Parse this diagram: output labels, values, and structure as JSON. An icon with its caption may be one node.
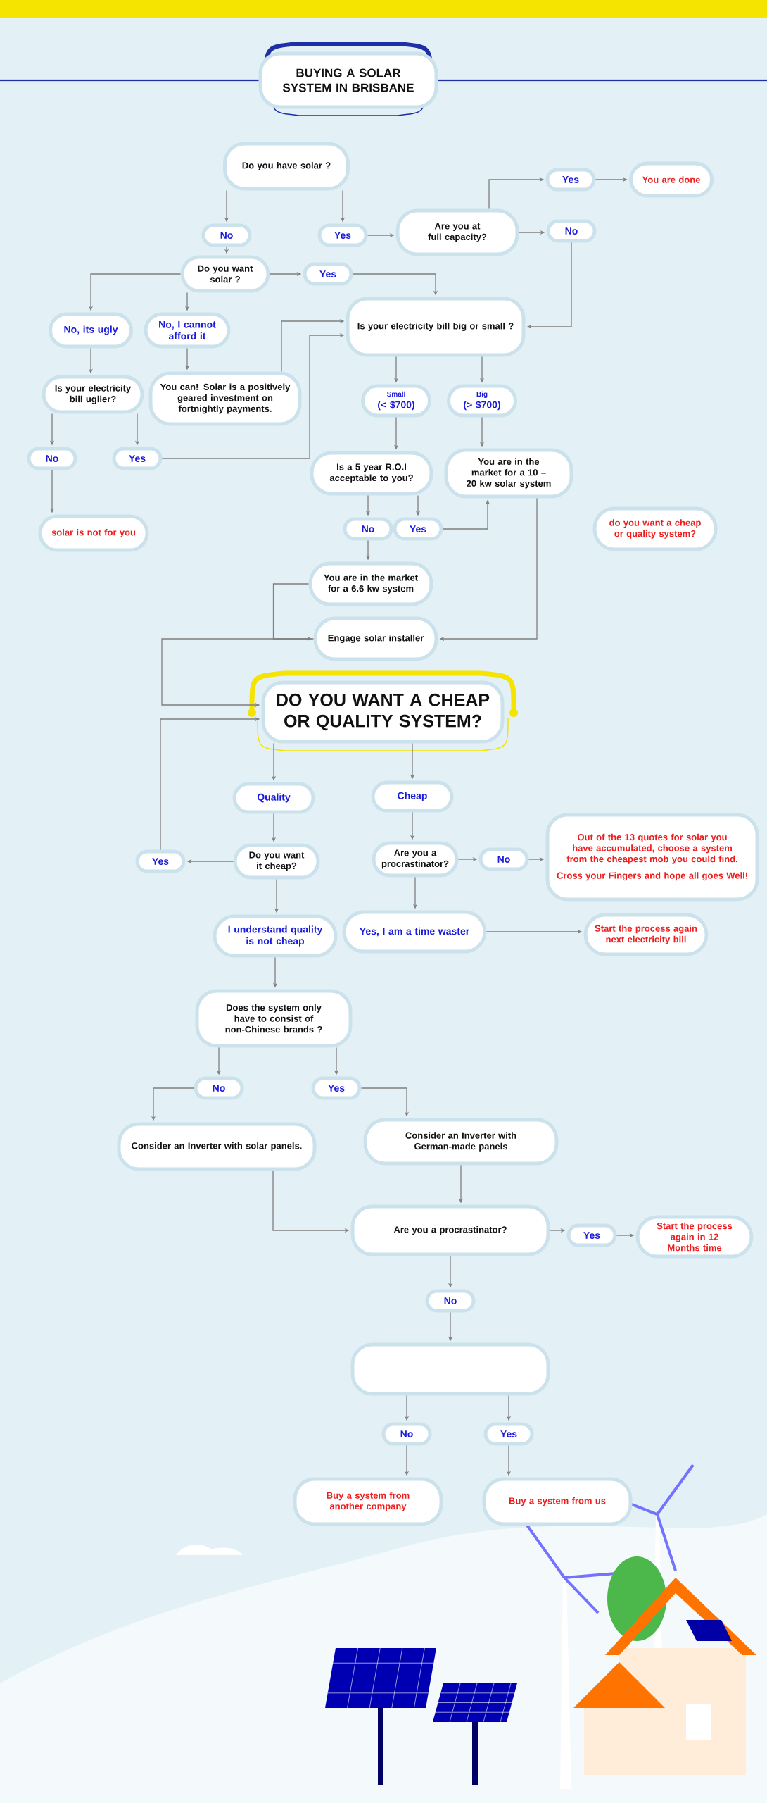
{
  "diagram": {
    "nodes": [
      {
        "text": [
          "BUYING A SOLAR SYSTEM IN BRISBANE"
        ]
      },
      {
        "text": [
          "Do you have solar ?"
        ]
      },
      {
        "text": [
          "No"
        ]
      },
      {
        "text": [
          "Yes"
        ]
      },
      {
        "text": [
          "Are you at full capacity?"
        ]
      },
      {
        "text": [
          "Yes"
        ]
      },
      {
        "text": [
          "You are done"
        ]
      },
      {
        "text": [
          "No"
        ]
      },
      {
        "text": [
          "Do you want solar ?"
        ]
      },
      {
        "text": [
          "Yes"
        ]
      },
      {
        "text": [
          "No, its ugly"
        ]
      },
      {
        "text": [
          "No, I cannot afford it"
        ]
      },
      {
        "text": [
          "Is your electricity bill big or small ?"
        ]
      },
      {
        "text": [
          "Is your electricity bill uglier?"
        ]
      },
      {
        "text": [
          "You can! Solar is a positively geared investment on fortnightly payments."
        ]
      },
      {
        "text": [
          "Small",
          "(< $700)"
        ]
      },
      {
        "text": [
          "Big",
          "(> $700)"
        ]
      },
      {
        "text": [
          "No"
        ]
      },
      {
        "text": [
          "Yes"
        ]
      },
      {
        "text": [
          "Is a 5 year R.O.I acceptable to you?"
        ]
      },
      {
        "text": [
          "You are in the market for a 10 – 20 kw solar system"
        ]
      },
      {
        "text": [
          "solar is not for you"
        ]
      },
      {
        "text": [
          "No"
        ]
      },
      {
        "text": [
          "Yes"
        ]
      },
      {
        "text": [
          "do you want a cheap or quality system?"
        ]
      },
      {
        "text": [
          "You are in the market for a 6.6 kw system"
        ]
      },
      {
        "text": [
          "Engage solar installer"
        ]
      },
      {
        "text": [
          "DO YOU WANT A CHEAP OR QUALITY SYSTEM?"
        ]
      },
      {
        "text": [
          "Quality"
        ]
      },
      {
        "text": [
          "Cheap"
        ]
      },
      {
        "text": [
          "Yes"
        ]
      },
      {
        "text": [
          "Do you want it cheap?"
        ]
      },
      {
        "text": [
          "Are you a procrastinator?"
        ]
      },
      {
        "text": [
          "No"
        ]
      },
      {
        "text": [
          "Out of the 13 quotes for solar you have accumulated, choose a system from the cheapest mob you could find.",
          "Cross your Fingers and hope all goes Well!"
        ]
      },
      {
        "text": [
          "I understand quality is not cheap"
        ]
      },
      {
        "text": [
          "Yes, I am a time waster"
        ]
      },
      {
        "text": [
          "Start the process again next electricity bill"
        ]
      },
      {
        "text": [
          "Does the system only have to consist of non-Chinese brands ?"
        ]
      },
      {
        "text": [
          "No"
        ]
      },
      {
        "text": [
          "Yes"
        ]
      },
      {
        "text": [
          "Consider an Inverter with solar panels."
        ]
      },
      {
        "text": [
          "Consider an Inverter with German-made panels"
        ]
      },
      {
        "text": [
          "Are you a procrastinator?"
        ]
      },
      {
        "text": [
          "Yes"
        ]
      },
      {
        "text": [
          "Start the process again in 12 Months time"
        ]
      },
      {
        "text": [
          "No"
        ]
      },
      {
        "text": [],
        "shape": "box"
      },
      {
        "text": [
          "No"
        ]
      },
      {
        "text": [
          "Yes"
        ]
      },
      {
        "text": [
          "Buy a system from another company"
        ]
      },
      {
        "text": [
          "Buy a system from us"
        ]
      }
    ],
    "edges": [
      {
        "from": 1,
        "to": 2,
        "arrow": "to"
      },
      {
        "from": 1,
        "to": 3,
        "arrow": "to"
      },
      {
        "from": 3,
        "to": 4,
        "arrow": "to"
      },
      {
        "from": 4,
        "to": 5,
        "arrow": "to"
      },
      {
        "from": 5,
        "to": 6,
        "arrow": "to"
      },
      {
        "from": 4,
        "to": 7,
        "arrow": "to"
      },
      {
        "from": 7,
        "to": 12,
        "arrow": "to"
      },
      {
        "from": 2,
        "to": 8,
        "arrow": "to"
      },
      {
        "from": 8,
        "to": 9,
        "arrow": "to"
      },
      {
        "from": 9,
        "to": 12,
        "arrow": "to"
      },
      {
        "from": 8,
        "to": 10,
        "arrow": "to"
      },
      {
        "from": 8,
        "to": 11,
        "arrow": "to"
      },
      {
        "from": 10,
        "to": 13,
        "arrow": "to"
      },
      {
        "from": 11,
        "to": 14,
        "arrow": "to"
      },
      {
        "from": 14,
        "to": 12,
        "arrow": "to"
      },
      {
        "from": 13,
        "to": 17,
        "arrow": "to"
      },
      {
        "from": 13,
        "to": 18,
        "arrow": "to"
      },
      {
        "from": 18,
        "to": 12,
        "arrow": "to"
      },
      {
        "from": 17,
        "to": 21,
        "arrow": "to"
      },
      {
        "from": 12,
        "to": 15,
        "arrow": "to"
      },
      {
        "from": 12,
        "to": 16,
        "arrow": "to"
      },
      {
        "from": 15,
        "to": 19,
        "arrow": "to"
      },
      {
        "from": 16,
        "to": 20,
        "arrow": "to"
      },
      {
        "from": 19,
        "to": 22,
        "arrow": "to"
      },
      {
        "from": 19,
        "to": 23,
        "arrow": "to"
      },
      {
        "from": 23,
        "to": 20,
        "arrow": "to"
      },
      {
        "from": 22,
        "to": 25,
        "arrow": "to"
      },
      {
        "from": 25,
        "to": 26,
        "arrow": "to"
      },
      {
        "from": 20,
        "to": 26,
        "arrow": "to"
      },
      {
        "from": 26,
        "to": 27,
        "arrow": "to"
      },
      {
        "from": 27,
        "to": 28,
        "arrow": "to"
      },
      {
        "from": 27,
        "to": 29,
        "arrow": "to"
      },
      {
        "from": 28,
        "to": 31,
        "arrow": "to"
      },
      {
        "from": 31,
        "to": 30,
        "arrow": "to"
      },
      {
        "from": 30,
        "to": 27,
        "arrow": "to"
      },
      {
        "from": 31,
        "to": 35,
        "arrow": "to"
      },
      {
        "from": 29,
        "to": 32,
        "arrow": "to"
      },
      {
        "from": 32,
        "to": 33,
        "arrow": "to"
      },
      {
        "from": 33,
        "to": 34,
        "arrow": "to"
      },
      {
        "from": 32,
        "to": 36,
        "arrow": "to"
      },
      {
        "from": 36,
        "to": 37,
        "arrow": "to"
      },
      {
        "from": 35,
        "to": 38,
        "arrow": "to"
      },
      {
        "from": 38,
        "to": 39,
        "arrow": "to"
      },
      {
        "from": 38,
        "to": 40,
        "arrow": "to"
      },
      {
        "from": 39,
        "to": 41,
        "arrow": "to"
      },
      {
        "from": 40,
        "to": 42,
        "arrow": "to"
      },
      {
        "from": 41,
        "to": 43,
        "arrow": "to"
      },
      {
        "from": 42,
        "to": 43,
        "arrow": "to"
      },
      {
        "from": 43,
        "to": 44,
        "arrow": "to"
      },
      {
        "from": 44,
        "to": 45,
        "arrow": "to"
      },
      {
        "from": 43,
        "to": 46,
        "arrow": "to"
      },
      {
        "from": 46,
        "to": 47,
        "arrow": "to"
      },
      {
        "from": 47,
        "to": 48,
        "arrow": "to"
      },
      {
        "from": 47,
        "to": 49,
        "arrow": "to"
      },
      {
        "from": 48,
        "to": 50,
        "arrow": "to"
      },
      {
        "from": 49,
        "to": 51,
        "arrow": "to"
      }
    ]
  }
}
